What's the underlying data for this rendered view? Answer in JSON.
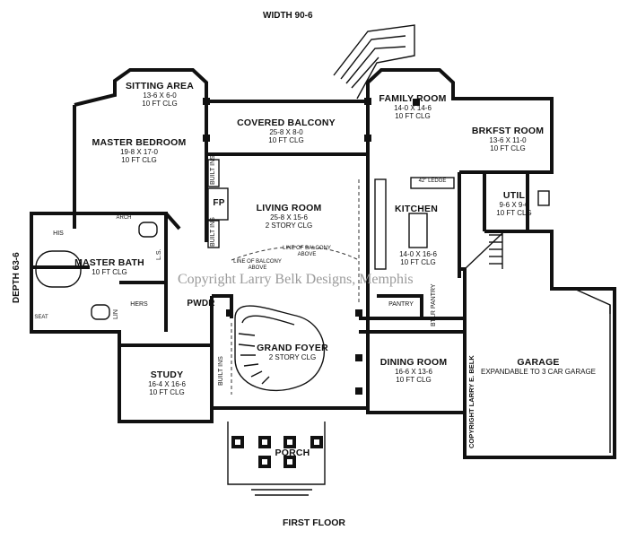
{
  "overall": {
    "width_label": "WIDTH 90-6",
    "depth_label": "DEPTH 63-6",
    "floor_title": "FIRST FLOOR",
    "watermark": "Copyright Larry Belk Designs, Memphis",
    "copyright_vertical": "COPYRIGHT LARRY E. BELK"
  },
  "rooms": {
    "sitting_area": {
      "name": "SITTING AREA",
      "dims": "13-6 X 6-0",
      "ceiling": "10 FT CLG"
    },
    "master_bedroom": {
      "name": "MASTER BEDROOM",
      "dims": "19-8 X 17-0",
      "ceiling": "10 FT CLG"
    },
    "covered_balcony": {
      "name": "COVERED BALCONY",
      "dims": "25-8 X 8-0",
      "ceiling": "10 FT CLG"
    },
    "family_room": {
      "name": "FAMILY ROOM",
      "dims": "14-0 X 14-6",
      "ceiling": "10 FT CLG"
    },
    "brkfst_room": {
      "name": "BRKFST ROOM",
      "dims": "13-6 X 11-0",
      "ceiling": "10 FT CLG"
    },
    "living_room": {
      "name": "LIVING ROOM",
      "dims": "25-8 X 15-6",
      "ceiling": "2 STORY CLG"
    },
    "kitchen": {
      "name": "KITCHEN",
      "dims": "14-0 X 16-6",
      "ceiling": "10 FT CLG"
    },
    "util": {
      "name": "UTIL",
      "dims": "9-6 X 9-6",
      "ceiling": "10 FT CLG"
    },
    "master_bath": {
      "name": "MASTER BATH",
      "ceiling": "10 FT CLG"
    },
    "grand_foyer": {
      "name": "GRAND FOYER",
      "ceiling": "2 STORY CLG"
    },
    "dining_room": {
      "name": "DINING ROOM",
      "dims": "16-6 X 13-6",
      "ceiling": "10 FT CLG"
    },
    "garage": {
      "name": "GARAGE",
      "note": "EXPANDABLE TO 3 CAR GARAGE"
    },
    "study": {
      "name": "STUDY",
      "dims": "16-4 X 16-6",
      "ceiling": "10 FT CLG"
    },
    "porch": {
      "name": "PORCH"
    }
  },
  "small_labels": {
    "his": "HIS",
    "hers": "HERS",
    "arch": "ARCH",
    "seat": "SEAT",
    "lin": "LIN",
    "ls": "L.S.",
    "pwdr": "PWDR",
    "pantry": "PANTRY",
    "btlr_pantry": "BTLR PANTRY",
    "fp": "FP",
    "built_ins_upper": "BUILT INS",
    "built_ins_lower": "BUILT INS",
    "built_ins_foyer": "BUILT INS",
    "ledge": "42\" LEDGE",
    "balcony_left": "LINE OF BALCONY ABOVE",
    "balcony_right": "LINE OF BALCONY ABOVE"
  },
  "colors": {
    "ink": "#111111",
    "background": "#ffffff",
    "watermark": "#9a9a9a"
  }
}
